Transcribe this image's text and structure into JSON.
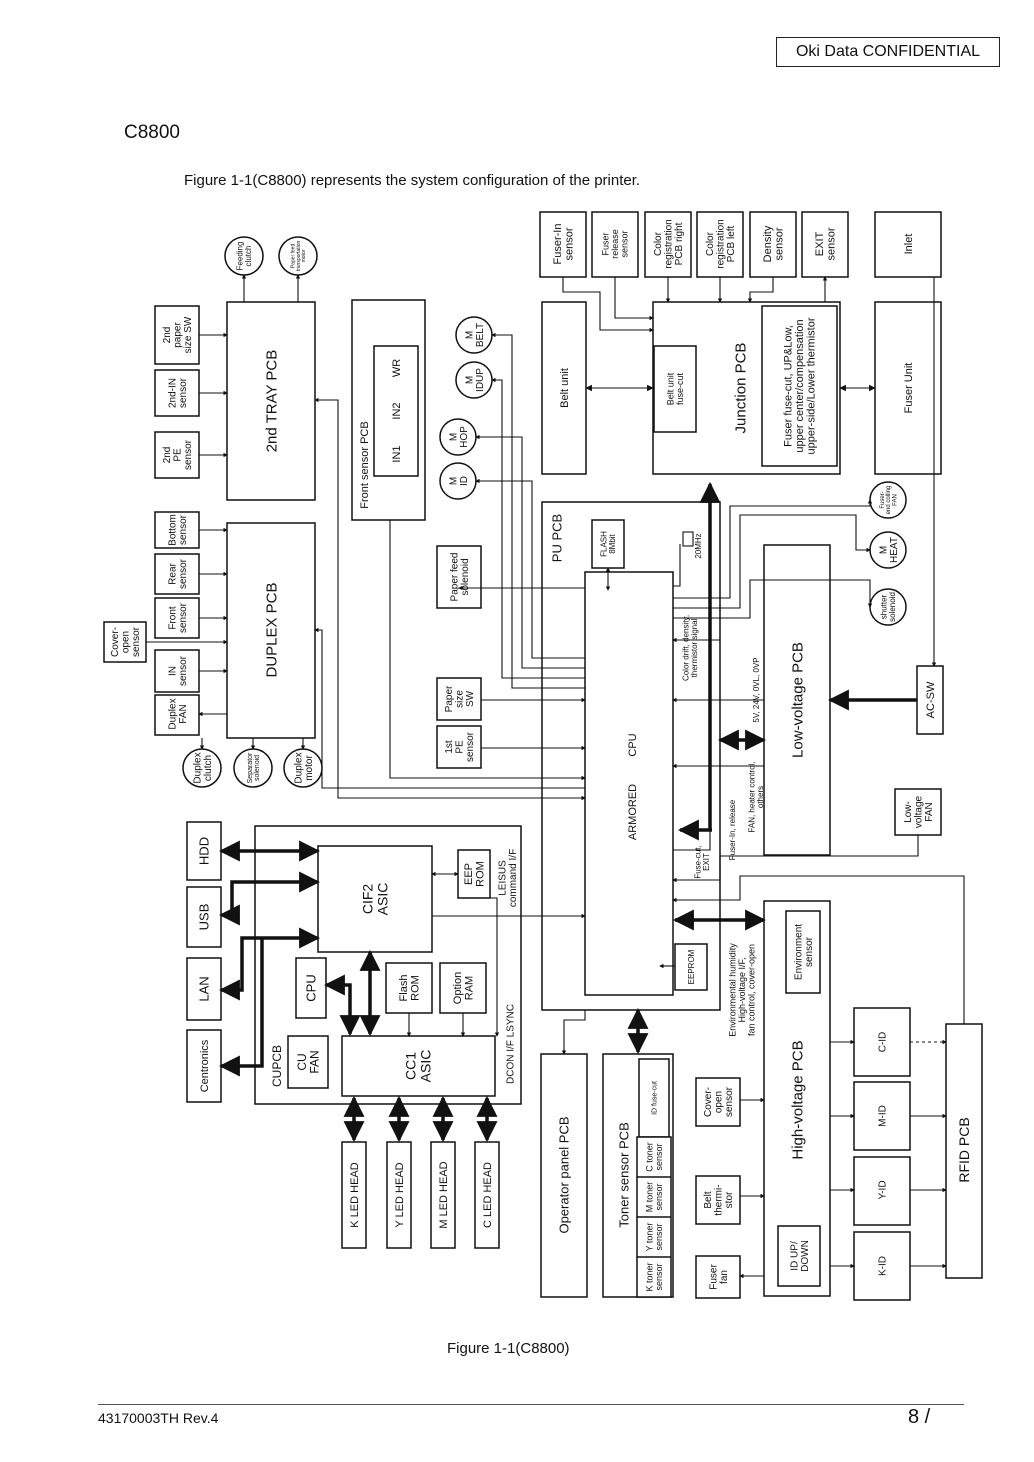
{
  "header": {
    "confidential": "Oki Data  CONFIDENTIAL"
  },
  "title": "C8800",
  "intro": "Figure 1-1(C8800) represents the system configuration of the printer.",
  "caption": "Figure 1-1(C8800)",
  "footer": {
    "doc_no": "43170003TH  Rev.4",
    "page": "8 /"
  },
  "diagram": {
    "top_sensors": {
      "fuser_in": "Fuser-In|sensor",
      "fuser_release": "Fuser|release|sensor",
      "color_reg_right": "Color|registration|PCB right",
      "color_reg_left": "Color|registration|PCB left",
      "density": "Density|sensor",
      "exit": "EXIT|sensor",
      "inlet": "Inlet"
    },
    "tray": {
      "feeding_clutch": "Feeding|clutch",
      "paper_feed_motor": "Paper feed|transportation|motor",
      "paper_size_sw": "2nd|paper|size SW",
      "in_sensor": "2nd-IN|sensor",
      "pe_sensor": "2nd|PE|sensor",
      "pcb": "2nd TRAY PCB"
    },
    "front_sensor": {
      "title": "Front sensor PCB",
      "wr": "WR",
      "in2": "IN2",
      "in1": "IN1"
    },
    "motors": {
      "belt": "M|BELT",
      "idup": "M|IDUP",
      "hop": "M|HOP",
      "id": "M|ID"
    },
    "belt_unit": "Belt unit",
    "junction": {
      "title": "Junction PCB",
      "belt_fuse": "Belt unit|fuse-cut",
      "fuser_note": "Fuser fuse-cut, UP&Low,|upper center/compensation|upper-side/Lower thermistor"
    },
    "fuser_unit": "Fuser Unit",
    "duplex": {
      "bottom": "Bottom|sensor",
      "rear": "Rear|sensor",
      "front": "Front|sensor",
      "cover": "Cover-|open|sensor",
      "in": "IN|sensor",
      "fan": "Duplex|FAN",
      "pcb": "DUPLEX PCB",
      "clutch": "Duplex|clutch",
      "separator": "Separator|solenoid",
      "motor": "Duplex|motor"
    },
    "pu": {
      "title": "PU PCB",
      "flash": "FLASH|8Mbit",
      "osc": "20MHz",
      "cpu": "CPU",
      "armored": "ARMORED",
      "eeprom": "EEPROM",
      "color_drift": "Color drift, density,|thermistor signal",
      "fuse_exit": "Fuse-cut,|EXIT",
      "fuser_in": "Fuser-In, release",
      "env": "Environmental humidity|High-voltage I/F,|fan control, cover-open"
    },
    "left_pu": {
      "paper_feed_solenoid": "Paper feed|solenoid",
      "paper_size_sw": "Paper|size|SW",
      "pe_sensor": "1st|PE|sensor"
    },
    "fans": {
      "fuser_end": "Fuser-|end colling|FAN",
      "heat": "M|HEAT",
      "shutter": "shutter|solenoid",
      "low_voltage": "Low-|voltage|FAN"
    },
    "low_voltage": {
      "title": "Low-voltage PCB",
      "rail": "5V, 24V,  0VL, 0VP",
      "fan_heater": "FAN, heater control,|others",
      "acsw": "AC-SW"
    },
    "high_voltage": {
      "title": "High-voltage PCB",
      "env_sensor": "Environment|sensor",
      "id_updown": "ID UP/|DOWN"
    },
    "cu": {
      "hdd": "HDD",
      "usb": "USB",
      "lan": "LAN",
      "centronics": "Centronics",
      "cif2": "CIF2|ASIC",
      "eep": "EEP|ROM",
      "leisus": "LEISUS|command I/F",
      "cpu": "CPU",
      "flash": "Flash|ROM",
      "option": "Option|RAM",
      "dcon": "DCON I/F  LSYNC",
      "cupcb": "CUPCB",
      "cufan": "CU|FAN",
      "cc1": "CC1|ASIC"
    },
    "led_heads": [
      "K LED HEAD",
      "Y LED HEAD",
      "M LED HEAD",
      "C LED HEAD"
    ],
    "operator": "Operator panel PCB",
    "toner": {
      "title": "Toner sensor PCB",
      "id_fuse": "ID fuse-cut",
      "k": "K toner|sensor",
      "y": "Y toner|sensor",
      "m": "M toner|sensor",
      "c": "C toner|sensor"
    },
    "cover_open": "Cover-|open|sensor",
    "belt_therm": "Belt|thermi-|stor",
    "fuser_fan": "Fuser|fan",
    "ids": [
      "C-ID",
      "M-ID",
      "Y-ID",
      "K-ID"
    ],
    "rfid": "RFID PCB"
  }
}
